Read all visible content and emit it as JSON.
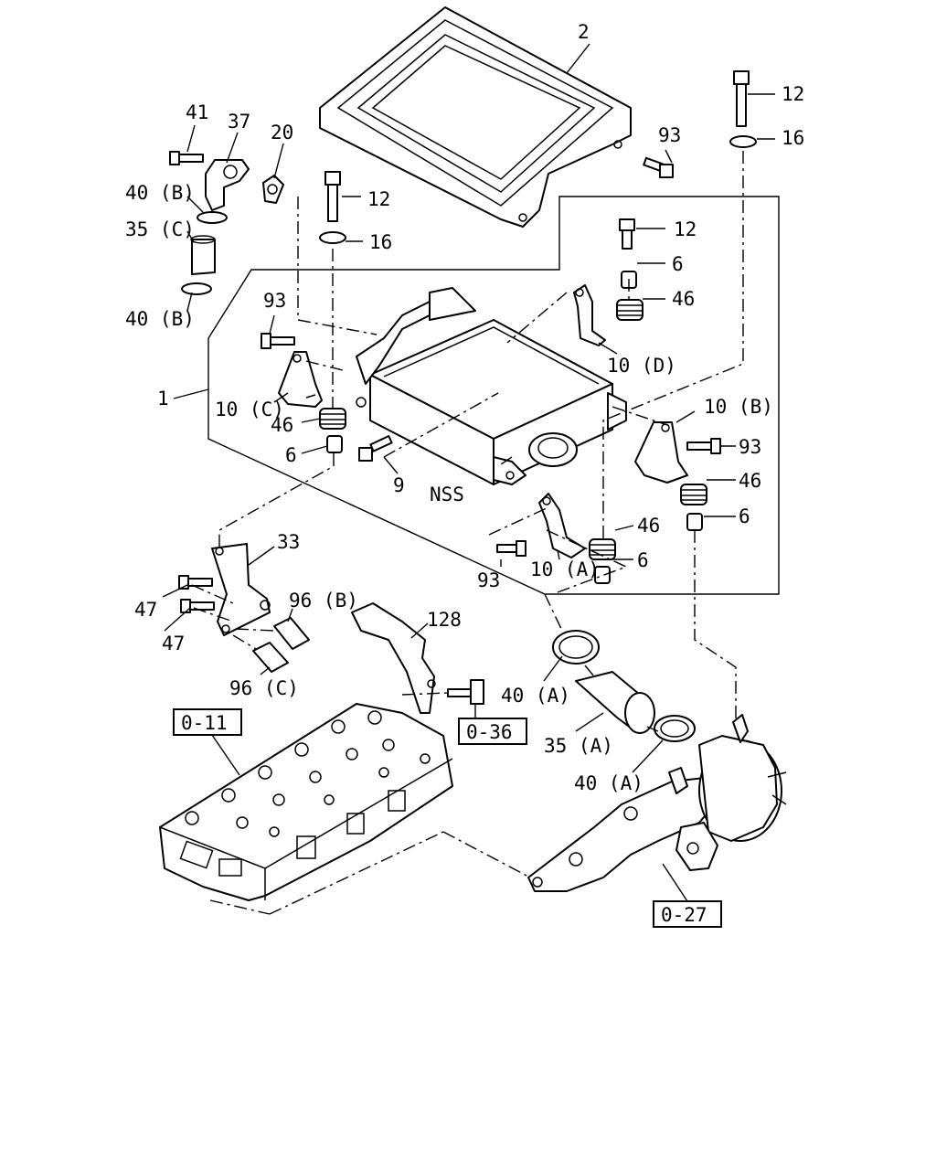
{
  "labels": {
    "p2": "2",
    "p12a": "12",
    "p16a": "16",
    "p93a": "93",
    "p41": "41",
    "p37": "37",
    "p20": "20",
    "p40b1": "40 (B)",
    "p35c": "35 (C)",
    "p40b2": "40 (B)",
    "p12b": "12",
    "p16b": "16",
    "p12c": "12",
    "p6a": "6",
    "p46a": "46",
    "p93b": "93",
    "p10d": "10 (D)",
    "p1": "1",
    "p10c": "10 (C)",
    "p46b": "46",
    "p6b": "6",
    "p9": "9",
    "nss": "NSS",
    "p10b": "10 (B)",
    "p93c": "93",
    "p46c": "46",
    "p6c": "6",
    "p46d": "46",
    "p6d": "6",
    "p93d": "93",
    "p10a": "10 (A)",
    "p33": "33",
    "p47a": "47",
    "p47b": "47",
    "p96b": "96 (B)",
    "p96c": "96 (C)",
    "p128": "128",
    "p40a1": "40 (A)",
    "p35a": "35 (A)",
    "p40a2": "40 (A)"
  },
  "refs": {
    "r011": "0-11",
    "r036": "0-36",
    "r027": "0-27"
  }
}
